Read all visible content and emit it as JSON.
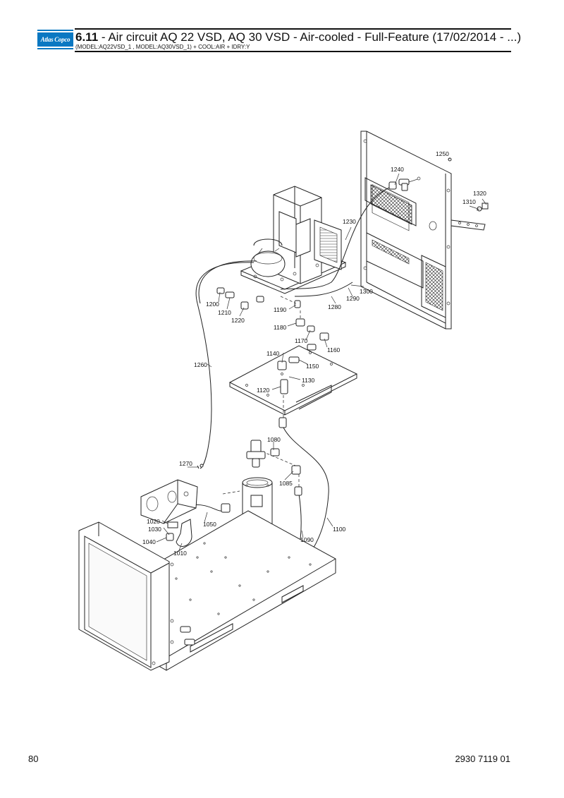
{
  "header": {
    "logo_text": "Atlas Copco",
    "section_number": "6.11",
    "title_rest": " - Air circuit AQ 22 VSD, AQ 30 VSD - Air-cooled - Full-Feature (17/02/2014 - ...)",
    "subtitle": "(MODEL:AQ22VSD_1 , MODEL:AQ30VSD_1) + COOL:AIR + IDRY:Y"
  },
  "callouts": [
    "1250",
    "1240",
    "1320",
    "1310",
    "1230",
    "1300",
    "1290",
    "1280",
    "1200",
    "1210",
    "1220",
    "1190",
    "1180",
    "1170",
    "1160",
    "1140",
    "1150",
    "1130",
    "1120",
    "1260",
    "1080",
    "1270",
    "1085",
    "1020",
    "1030",
    "1050",
    "1040",
    "1010",
    "1090",
    "1100"
  ],
  "footer": {
    "page_number": "80",
    "document_number": "2930 7119 01"
  },
  "colors": {
    "brand_blue": "#0a78c2"
  }
}
